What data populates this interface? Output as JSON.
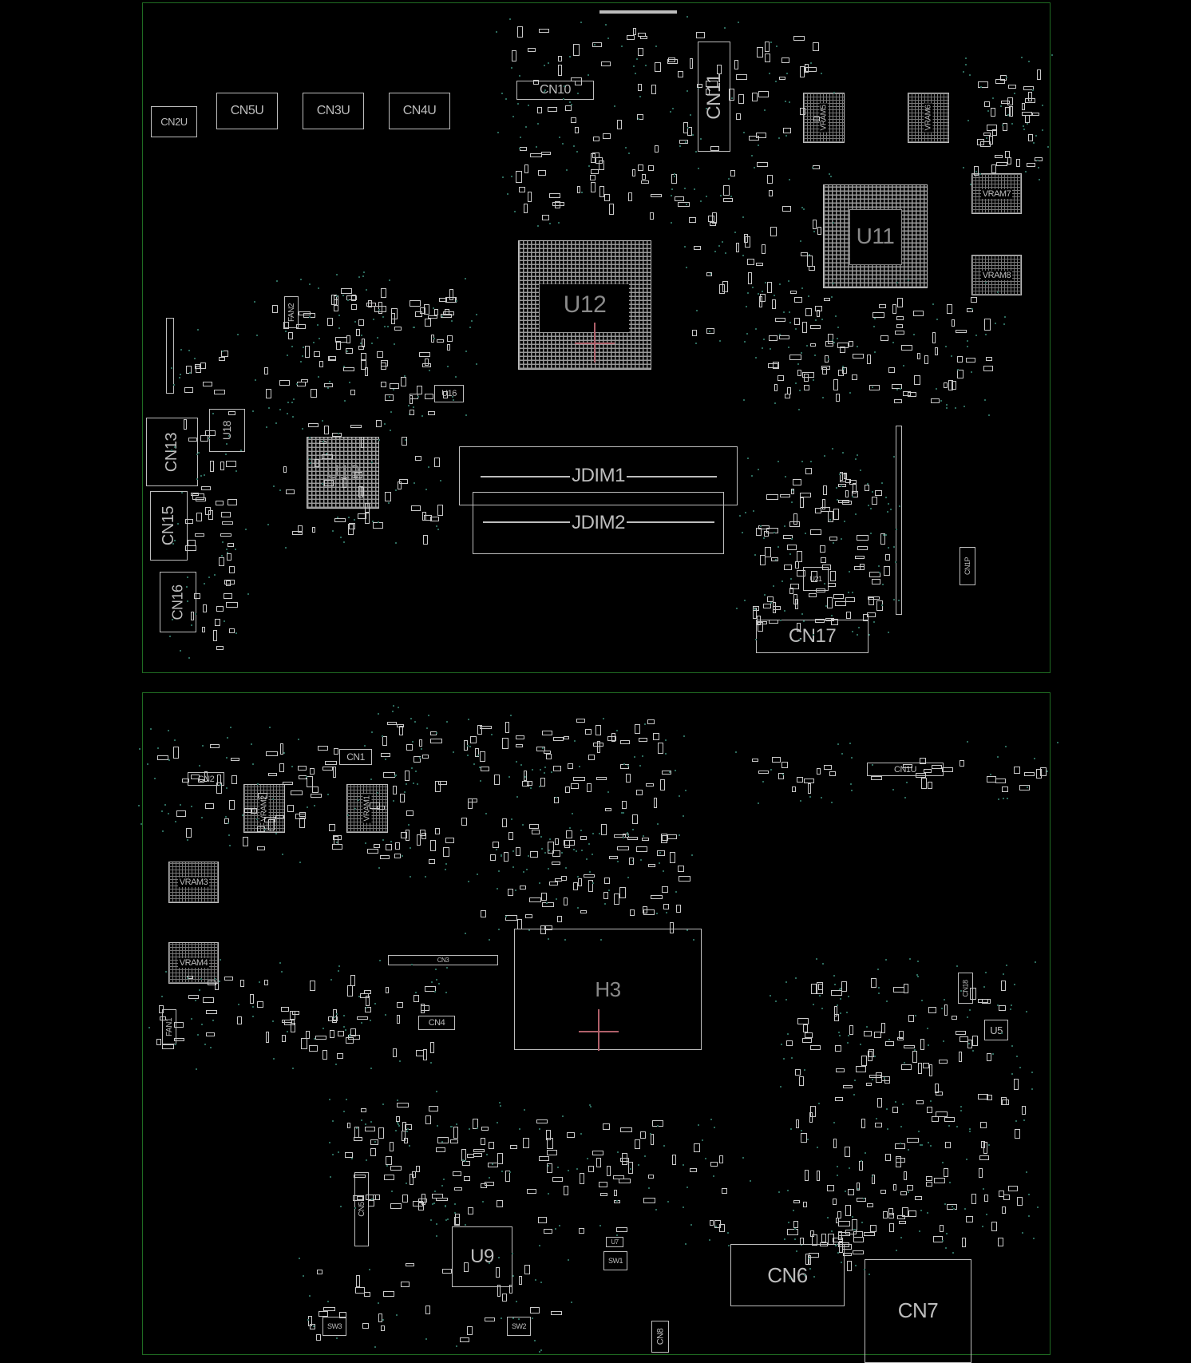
{
  "top_board": {
    "connectors": {
      "cn2u": "CN2U",
      "cn5u": "CN5U",
      "cn3u": "CN3U",
      "cn4u": "CN4U",
      "cn10": "CN10",
      "cn11": "CN11",
      "cn13": "CN13",
      "cn15": "CN15",
      "cn16": "CN16",
      "cn17": "CN17",
      "cn1p": "CN1P",
      "fan2": "FAN2"
    },
    "memory": {
      "vram5": "VRAM5",
      "vram6": "VRAM6",
      "vram7": "VRAM7",
      "vram8": "VRAM8",
      "jdim1": "JDIM1",
      "jdim2": "JDIM2"
    },
    "chips": {
      "u11": "U11",
      "u12": "U12",
      "u16": "U16",
      "u18": "U18",
      "u19": "U19",
      "u21": "U21"
    }
  },
  "bottom_board": {
    "connectors": {
      "cn1": "CN1",
      "cn2": "CN2",
      "cn3": "CN3",
      "cn4": "CN4",
      "cn5": "CN5",
      "cn6": "CN6",
      "cn7": "CN7",
      "cn8": "CN8",
      "cn18": "CN18",
      "cn1u": "CN1U",
      "fan1": "FAN1"
    },
    "memory": {
      "vram1": "VRAM1",
      "vram2": "VRAM2",
      "vram3": "VRAM3",
      "vram4": "VRAM4"
    },
    "chips": {
      "h3": "H3",
      "u5": "U5",
      "u7": "U7",
      "u9": "U9"
    },
    "switches": {
      "sw1": "SW1",
      "sw2": "SW2",
      "sw3": "SW3"
    }
  },
  "colors": {
    "outline": "#1f6b22",
    "silkscreen": "#bdbdbd",
    "marker": "#b0606a",
    "via": "#2c6a5c"
  }
}
